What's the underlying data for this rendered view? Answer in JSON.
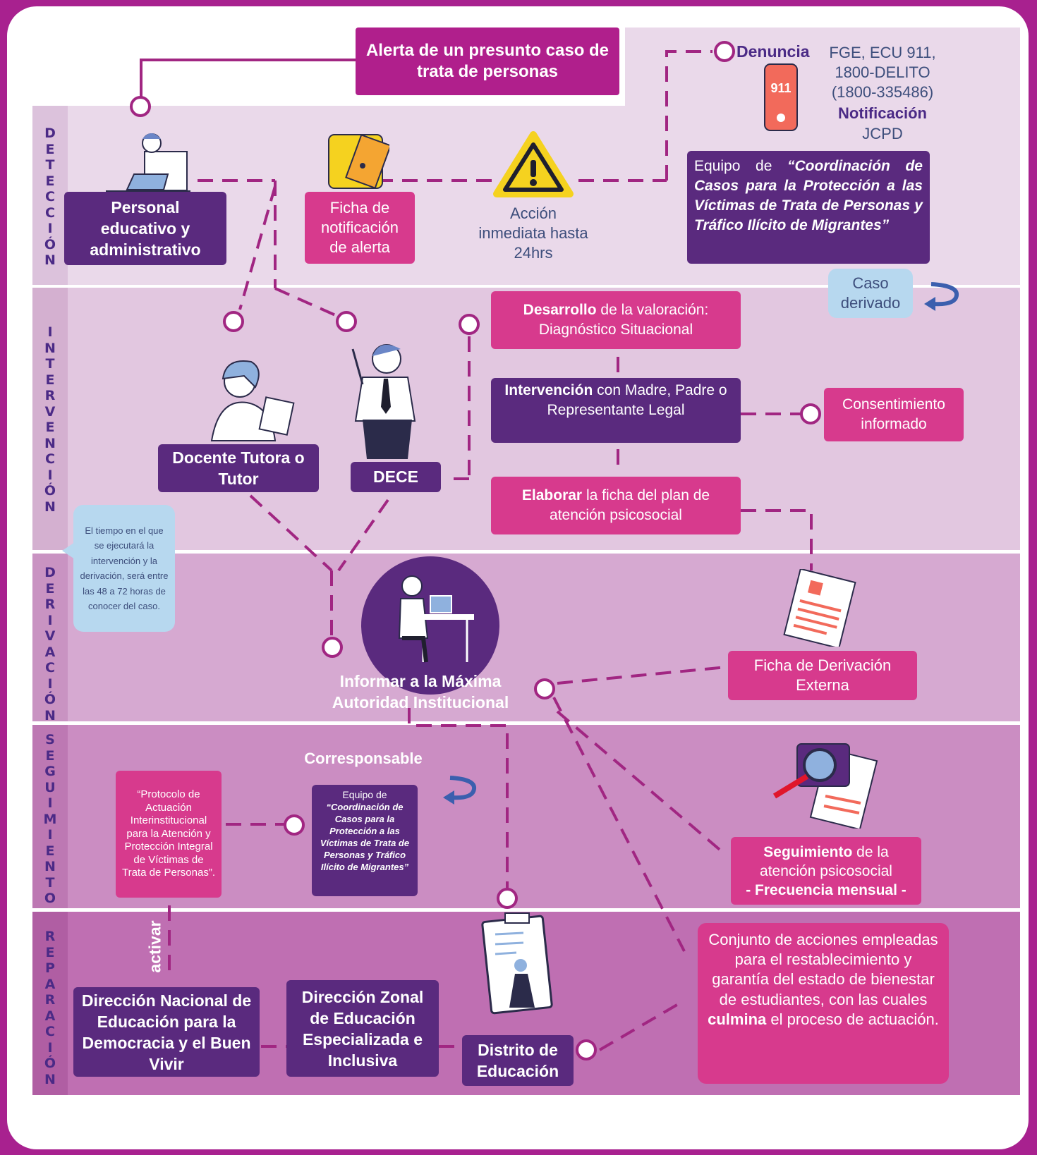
{
  "bands": [
    {
      "id": "deteccion",
      "label": "DETECCIÓN"
    },
    {
      "id": "intervencion",
      "label": "INTERVENCIÓN"
    },
    {
      "id": "derivacion",
      "label": "DERIVACIÓN"
    },
    {
      "id": "seguimiento",
      "label": "SEGUIMIENTO"
    },
    {
      "id": "reparacion",
      "label": "REPARACIÓN"
    }
  ],
  "colors": {
    "frame": "#a8218f",
    "deteccion": "#ead9ea",
    "intervencion": "#e2c7e0",
    "derivacion": "#d6a9d1",
    "seguimiento": "#cb8dc2",
    "reparacion": "#bf6fb2",
    "purple": "#5a2a7e",
    "pink": "#d73a8d",
    "magenta": "#b01f8c",
    "blue_note": "#b7d8ef"
  },
  "alert_title": "Alerta de un presunto caso de trata de personas",
  "deteccion": {
    "personal": "Personal educativo y administrativo",
    "ficha": "Ficha de notificación de alerta",
    "accion": "Acción inmediata hasta 24hrs",
    "denuncia_label": "Denuncia",
    "denuncia_value": "FGE, ECU 911, 1800-DELITO (1800-335486)",
    "notificacion_label": "Notificación",
    "notificacion_value": "JCPD",
    "phone_text": "911",
    "equipo_prefix": "Equipo de",
    "equipo_name": "“Coordinación de Casos para la Protección a las Víctimas de Trata de Personas y Tráfico Ilícito de Migrantes”",
    "caso_derivado": "Caso derivado"
  },
  "intervencion": {
    "docente": "Docente Tutora o Tutor",
    "dece": "DECE",
    "desarrollo_bold": "Desarrollo",
    "desarrollo_rest": "de la valoración: Diagnóstico Situacional",
    "intervencion_bold": "Intervención",
    "intervencion_rest": "con Madre, Padre o Representante Legal",
    "consentimiento": "Consentimiento informado",
    "elaborar_bold": "Elaborar",
    "elaborar_rest": "la ficha del plan de atención psicosocial",
    "tiempo_note": "El tiempo en el que se ejecutará la intervención y la derivación, será entre las 48 a 72 horas de conocer del caso."
  },
  "derivacion": {
    "informar": "Informar a la Máxima Autoridad Institucional",
    "ficha_derivacion": "Ficha de Derivación Externa"
  },
  "seguimiento": {
    "corresponsable": "Corresponsable",
    "protocolo": "“Protocolo de Actuación Interinstitucional para la Atención y Protección Integral de Víctimas de Trata de Personas”.",
    "equipo_prefix": "Equipo de",
    "equipo_name": "“Coordinación de Casos para la Protección a las Víctimas de Trata de Personas y Tráfico Ilícito de Migrantes”",
    "seg_bold": "Seguimiento",
    "seg_rest": "de la atención psicosocial",
    "seg_freq": "- Frecuencia mensual -"
  },
  "reparacion": {
    "activar": "activar",
    "dir_nacional": "Dirección Nacional de Educación para la Democracia y el Buen Vivir",
    "dir_zonal": "Dirección Zonal de Educación Especializada e Inclusiva",
    "distrito": "Distrito de Educación",
    "conjunto_pre": "Conjunto de acciones empleadas para el restablecimiento y garantía del estado de bienestar de estudiantes, con las cuales",
    "conjunto_bold": "culmina",
    "conjunto_post": "el proceso de actuación."
  }
}
